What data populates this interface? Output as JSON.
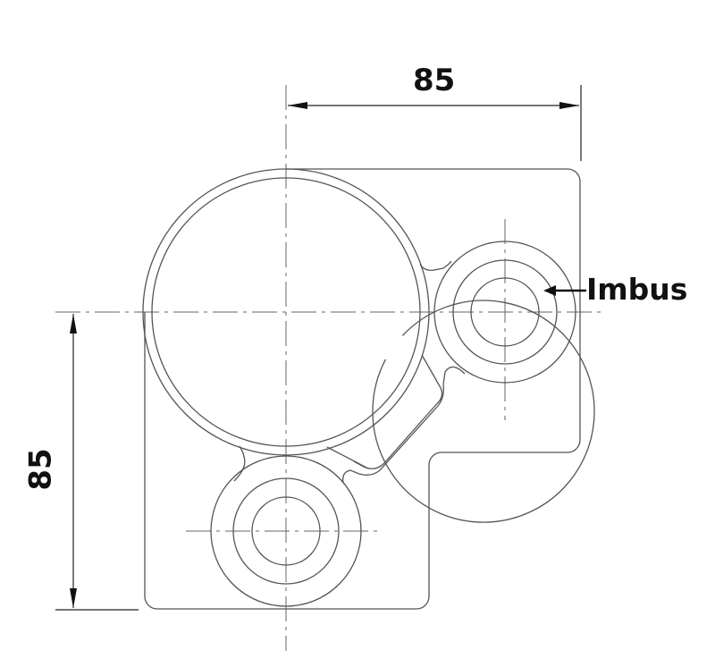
{
  "dimensions": {
    "top_width": "85",
    "left_height": "85"
  },
  "annotation": {
    "label": "Imbus"
  }
}
